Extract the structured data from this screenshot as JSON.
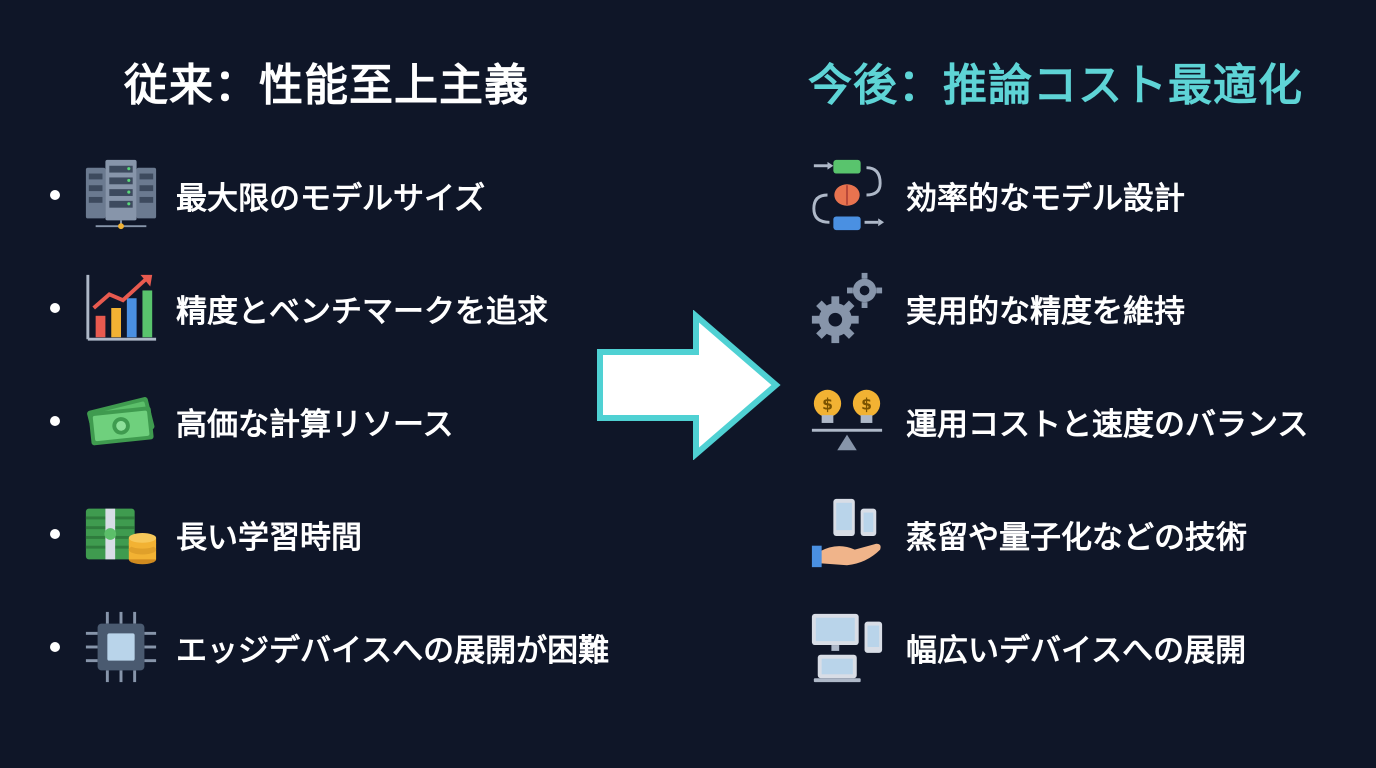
{
  "left_column": {
    "title": "従来：性能至上主義",
    "items": [
      {
        "label": "最大限のモデルサイズ",
        "icon": "server-rack-icon"
      },
      {
        "label": "精度とベンチマークを追求",
        "icon": "rising-bar-chart-icon"
      },
      {
        "label": "高価な計算リソース",
        "icon": "money-stack-icon"
      },
      {
        "label": "長い学習時間",
        "icon": "money-and-coins-icon"
      },
      {
        "label": "エッジデバイスへの展開が困難",
        "icon": "microchip-icon"
      }
    ]
  },
  "right_column": {
    "title": "今後：推論コスト最適化",
    "items": [
      {
        "label": "効率的なモデル設計",
        "icon": "brain-workflow-icon"
      },
      {
        "label": "実用的な精度を維持",
        "icon": "gears-icon"
      },
      {
        "label": "運用コストと速度のバランス",
        "icon": "lightbulb-balance-icon"
      },
      {
        "label": "蒸留や量子化などの技術",
        "icon": "devices-in-hand-icon"
      },
      {
        "label": "幅広いデバイスへの展開",
        "icon": "multi-device-icon"
      }
    ]
  },
  "arrow": {
    "icon": "right-arrow-icon",
    "fill": "#ffffff",
    "stroke": "#4fd1d3"
  },
  "colors": {
    "background": "#0f1628",
    "left_title": "#ffffff",
    "right_title": "#5ed4d6",
    "text": "#ffffff"
  }
}
